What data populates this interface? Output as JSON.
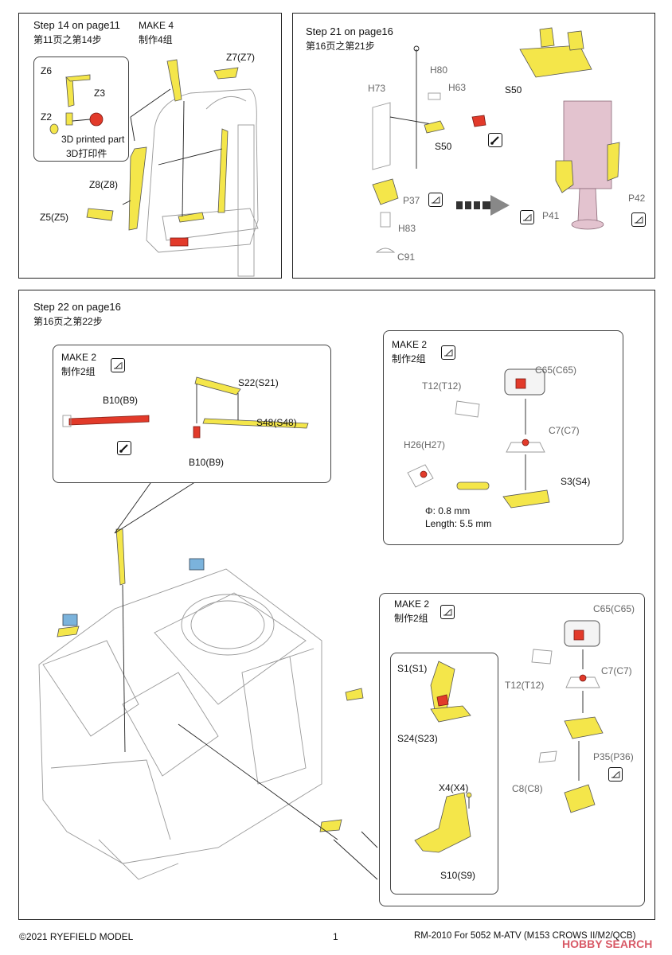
{
  "step14": {
    "title": "Step 14 on page11",
    "title_cn": "第11页之第14步",
    "make": "MAKE 4",
    "make_cn": "制作4组",
    "parts": {
      "z6": "Z6",
      "z3": "Z3",
      "z2": "Z2",
      "z7": "Z7(Z7)",
      "z8": "Z8(Z8)",
      "z5": "Z5(Z5)"
    },
    "printed_note": "3D printed part",
    "printed_note_cn": "3D打印件"
  },
  "step21": {
    "title": "Step 21 on page16",
    "title_cn": "第16页之第21步",
    "parts": {
      "h80": "H80",
      "h73": "H73",
      "h63": "H63",
      "s50a": "S50",
      "s50b": "S50",
      "p37": "P37",
      "h83": "H83",
      "c91": "C91",
      "p41": "P41",
      "p42": "P42"
    }
  },
  "step22": {
    "title": "Step 22 on page16",
    "title_cn": "第16页之第22步",
    "box1": {
      "make": "MAKE 2",
      "make_cn": "制作2组",
      "parts": {
        "b10a": "B10(B9)",
        "s22": "S22(S21)",
        "s48": "S48(S48)",
        "b10b": "B10(B9)"
      }
    },
    "box2": {
      "make": "MAKE 2",
      "make_cn": "制作2组",
      "parts": {
        "c65": "C65(C65)",
        "t12": "T12(T12)",
        "c7": "C7(C7)",
        "h26": "H26(H27)",
        "s3": "S3(S4)"
      },
      "phi": "Φ: 0.8 mm",
      "length": "Length: 5.5 mm"
    },
    "box3": {
      "make": "MAKE 2",
      "make_cn": "制作2组",
      "parts": {
        "c65": "C65(C65)",
        "t12": "T12(T12)",
        "c7": "C7(C7)",
        "s1": "S1(S1)",
        "s24": "S24(S23)",
        "p35": "P35(P36)",
        "c8": "C8(C8)",
        "x4": "X4(X4)",
        "s10": "S10(S9)"
      }
    }
  },
  "footer": {
    "copyright": "©2021 RYEFIELD MODEL",
    "page": "1",
    "product": "RM-2010 For 5052 M-ATV (M153 CROWS II/M2/QCB)",
    "watermark": "HOBBY SEARCH"
  },
  "colors": {
    "part_yellow": "#f4e64a",
    "part_red": "#e23a2a",
    "part_pink": "#e3c3cf"
  }
}
